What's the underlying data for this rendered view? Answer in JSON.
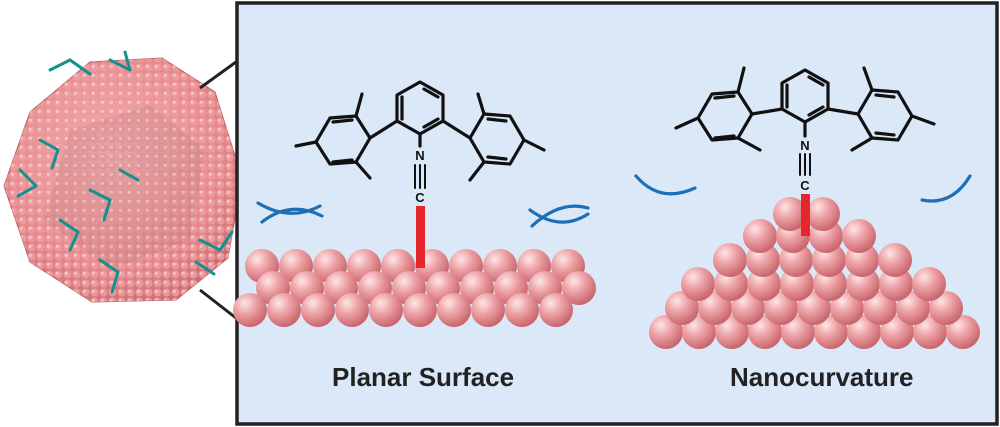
{
  "panels": {
    "left_caption": "Planar Surface",
    "right_caption": "Nanocurvature"
  },
  "ligand": {
    "atom_n": "N",
    "atom_c": "C"
  },
  "colors": {
    "panel_background": "#dbe8f7",
    "panel_border": "#222222",
    "atom_sphere": "#e8959a",
    "atom_highlight": "#fde2e2",
    "metal_bond": "#e6262f",
    "steric_arc": "#1e6fb5",
    "ligand_teal": "#1a9a9e"
  },
  "icons": {
    "nanoparticle": "nanoparticle-cluster-icon",
    "ligand_structure": "isocyanide-ligand-icon"
  }
}
